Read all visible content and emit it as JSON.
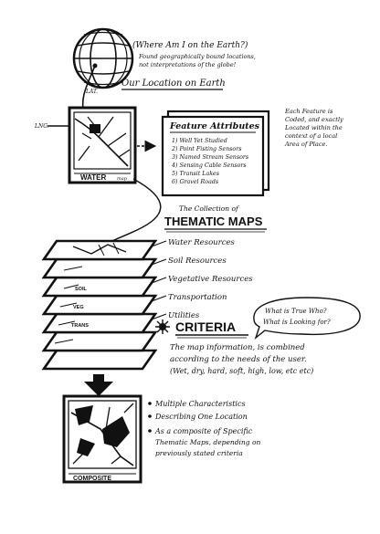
{
  "globe": {
    "question": "(Where Am I on the Earth?)",
    "answer_line1": "Found geographically bound locations,",
    "answer_line2": "not interpretations of the globe!",
    "lat_label": "LAT.",
    "lon_label": "LNG.",
    "heading": "Our Location on Earth"
  },
  "inset_map": {
    "label": "WATER",
    "sub": "map"
  },
  "attributes": {
    "title": "Feature Attributes",
    "items": [
      "1) Well Yet Studied",
      "2) Point Fisting Sensors",
      "3) Named Stream Sensors",
      "4) Sensing Cable Sensors",
      "5) Transit Lakes",
      "6) Gravel Roads"
    ],
    "note_lines": [
      "Each Feature is",
      "Coded, and exactly",
      "Located within the",
      "context of a local",
      "Area of Place."
    ]
  },
  "thematic": {
    "intro": "The Collection of",
    "title": "THEMATIC MAPS",
    "layers": [
      "Water Resources",
      "Soil Resources",
      "Vegetative Resources",
      "Transportation",
      "Utilities"
    ],
    "layer_tags": [
      "SOIL",
      "VEG",
      "TRANS"
    ]
  },
  "criteria": {
    "title": "CRITERIA",
    "bubble_line1": "What is True Who?",
    "bubble_line2": "What is Looking for?",
    "desc_lines": [
      "The map information, is combined",
      "according to the needs of the user.",
      "(Wet, dry, hard, soft, high, low, etc etc)"
    ]
  },
  "composite": {
    "label": "COMPOSITE",
    "bullets": [
      "Multiple Characteristics",
      "Describing One Location",
      "As a composite of Specific",
      "Thematic Maps, depending on",
      "previously stated criteria"
    ]
  },
  "colors": {
    "ink": "#111111",
    "paper": "#ffffff"
  }
}
